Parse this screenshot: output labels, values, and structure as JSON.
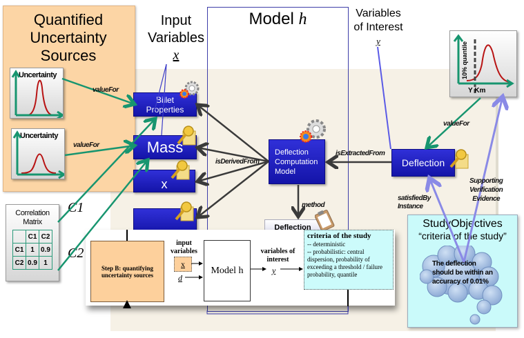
{
  "panels": {
    "quantified_sources_title": "Quantified Uncertainty Sources",
    "input_variables_title": "Input Variables",
    "input_variables_symbol": "x",
    "model_title": "Model",
    "model_symbol": "h",
    "voi_title_line1": "Variables",
    "voi_title_line2": "of Interest",
    "voi_symbol": "y"
  },
  "uncertainty_cards": [
    {
      "label": "Uncertainty"
    },
    {
      "label": "Uncertainty"
    }
  ],
  "input_boxes": [
    {
      "label_line1": "Billet",
      "label_line2": "Properties",
      "icon": "gear-icon"
    },
    {
      "label": "Mass",
      "icon": "key-icon"
    },
    {
      "label": "x",
      "icon": "key-icon"
    },
    {
      "label": "...",
      "icon": "key-icon"
    }
  ],
  "model_box": {
    "line1": "Deflection",
    "line2": "Computation",
    "line3": "Model"
  },
  "output_box": {
    "label": "Deflection"
  },
  "method_card": {
    "label": "Deflection"
  },
  "edge_labels": {
    "value_for_1": "valueFor",
    "value_for_2": "valueFor",
    "value_for_3": "valueFor",
    "is_derived_from": "isDerivedFrom",
    "is_extracted_from": "isExtractedFrom",
    "method": "method",
    "satisfied_by_line1": "satisfiedBy",
    "satisfied_by_line2": "Instance",
    "supporting_line1": "Supporting",
    "supporting_line2": "Verification",
    "supporting_line3": "Evidence"
  },
  "quantile_card": {
    "axis_label": "10% quantile",
    "x_label": "Y Km"
  },
  "correlation": {
    "title_line1": "Correlation",
    "title_line2": "Matrix",
    "header": [
      "",
      "C1",
      "C2"
    ],
    "rows": [
      [
        "C1",
        "1",
        "0.9"
      ],
      [
        "C2",
        "0.9",
        "1"
      ]
    ],
    "c1_label": "C1",
    "c2_label": "C2"
  },
  "doc_excerpt": {
    "step_b": "Step B: quantifying uncertainty sources",
    "input_vars_line1": "input",
    "input_vars_line2": "variables",
    "x_symbol": "x",
    "d_symbol": "d",
    "model_label": "Model h",
    "voi_line1": "variables of",
    "voi_line2": "interest",
    "y_symbol": "y",
    "criteria_title": "criteria of the study",
    "criteria_line1": "-- deterministic",
    "criteria_line2": "-- probabilistic: central dispersion, probability of exceeding a threshold / failure probability, quantile"
  },
  "study_objectives": {
    "title": "StudyObjectives",
    "subtitle": "“criteria of the study”",
    "cloud_text": "The deflection should be within an accuracy of 0.01%"
  },
  "colors": {
    "orange": "#fcd5a5",
    "blue_box": "#2020c0",
    "green_arrow": "#17956f",
    "dark_arrow": "#3a3a3a",
    "purple_line": "#8a8ae6",
    "cyan": "#cafafa"
  }
}
